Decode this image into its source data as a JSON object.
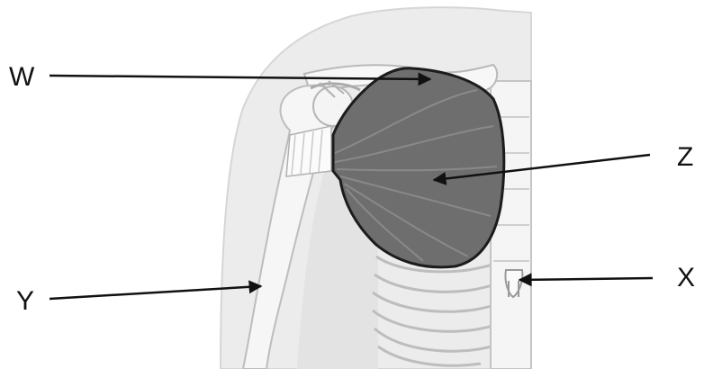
{
  "labels": {
    "w": "W",
    "x": "X",
    "y": "Y",
    "z": "Z"
  },
  "colors": {
    "background": "#ffffff",
    "skin": "#e9e9e9",
    "skin_edge": "#d3d3d3",
    "bone": "#f7f7f7",
    "bone_edge": "#bdbdbd",
    "muscle": "#6f6f6f",
    "muscle_fiber": "#8c8c8c",
    "muscle_edge": "#1c1c1c",
    "arrow": "#111111"
  }
}
